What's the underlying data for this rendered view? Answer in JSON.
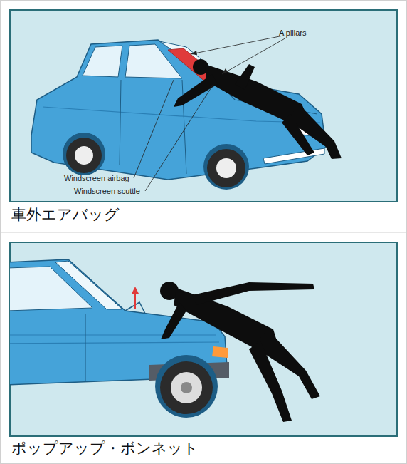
{
  "diagram": {
    "labels": [
      "A pillars",
      "Windscreen airbag",
      "Windscreen scuttle",
      "車外エアバッグ",
      "ポップアップ・ボンネット"
    ]
  }
}
